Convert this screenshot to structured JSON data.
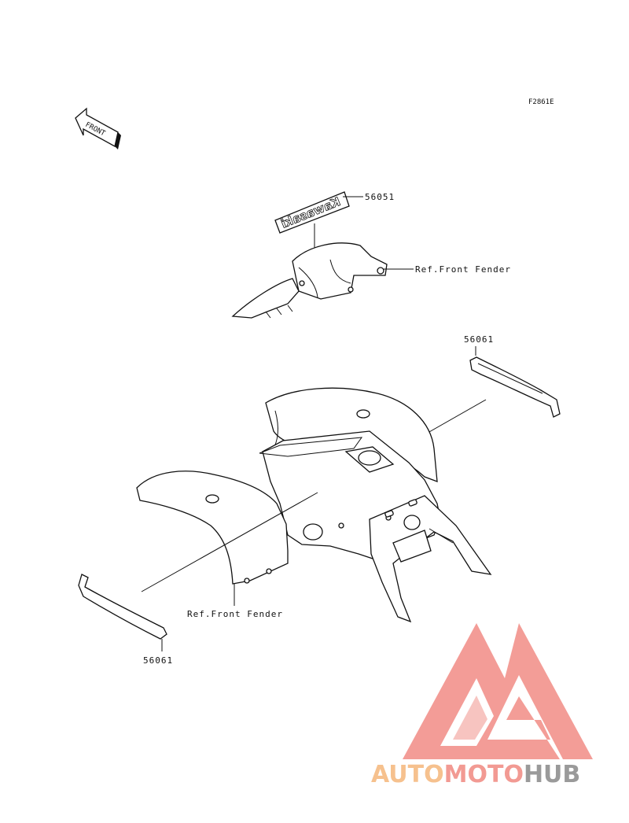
{
  "diagram": {
    "figure_code": "F2861E",
    "front_arrow_label": "FRONT",
    "callouts": {
      "upper_decal_part": "56051",
      "upper_ref": "Ref.Front Fender",
      "right_decal_part": "56061",
      "lower_ref": "Ref.Front Fender",
      "left_decal_part": "56061"
    },
    "decal_text": "Kawasaki"
  },
  "watermark": {
    "part1": "AUTO",
    "part2": "MOTO",
    "part3": "HUB",
    "colors": {
      "auto": "#f6c18e",
      "moto": "#f29a93",
      "hub": "#9a9a9a",
      "logo": "#f2928c"
    }
  }
}
